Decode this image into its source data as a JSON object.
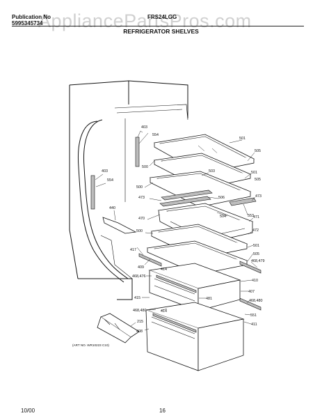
{
  "header": {
    "publication_label": "Publication No",
    "publication_number": "5995345734",
    "model": "FRS24LGG",
    "title": "REFRIGERATOR SHELVES",
    "watermark": "AppliancePartsPros.com"
  },
  "footer": {
    "date": "10/00",
    "page": "16"
  },
  "art_number": "(ART NO. WR10223 C10)",
  "callouts": [
    {
      "id": "403-top",
      "label": "403"
    },
    {
      "id": "554-top",
      "label": "554"
    },
    {
      "id": "501-top",
      "label": "501"
    },
    {
      "id": "505-top",
      "label": "505"
    },
    {
      "id": "500-top",
      "label": "500"
    },
    {
      "id": "503",
      "label": "503"
    },
    {
      "id": "501-second",
      "label": "501"
    },
    {
      "id": "505-second",
      "label": "505"
    },
    {
      "id": "403-left",
      "label": "403"
    },
    {
      "id": "554-left",
      "label": "554"
    },
    {
      "id": "500-mid",
      "label": "500"
    },
    {
      "id": "473-left",
      "label": "473"
    },
    {
      "id": "506",
      "label": "506"
    },
    {
      "id": "473-right",
      "label": "473"
    },
    {
      "id": "553",
      "label": "553"
    },
    {
      "id": "440",
      "label": "440"
    },
    {
      "id": "470",
      "label": "470"
    },
    {
      "id": "504",
      "label": "504"
    },
    {
      "id": "471",
      "label": "471"
    },
    {
      "id": "500-low",
      "label": "500"
    },
    {
      "id": "472",
      "label": "472"
    },
    {
      "id": "501-low",
      "label": "501"
    },
    {
      "id": "417",
      "label": "417"
    },
    {
      "id": "505-low",
      "label": "505"
    },
    {
      "id": "468-479",
      "label": "468,479"
    },
    {
      "id": "409",
      "label": "409"
    },
    {
      "id": "414-top",
      "label": "414"
    },
    {
      "id": "468-476",
      "label": "468,476"
    },
    {
      "id": "410",
      "label": "410"
    },
    {
      "id": "407",
      "label": "407"
    },
    {
      "id": "481",
      "label": "481"
    },
    {
      "id": "415",
      "label": "415"
    },
    {
      "id": "468-480-right",
      "label": "468,480"
    },
    {
      "id": "468-480-left",
      "label": "468,480"
    },
    {
      "id": "414-low",
      "label": "414"
    },
    {
      "id": "551",
      "label": "551"
    },
    {
      "id": "215",
      "label": "215"
    },
    {
      "id": "411",
      "label": "411"
    },
    {
      "id": "408",
      "label": "408"
    }
  ]
}
